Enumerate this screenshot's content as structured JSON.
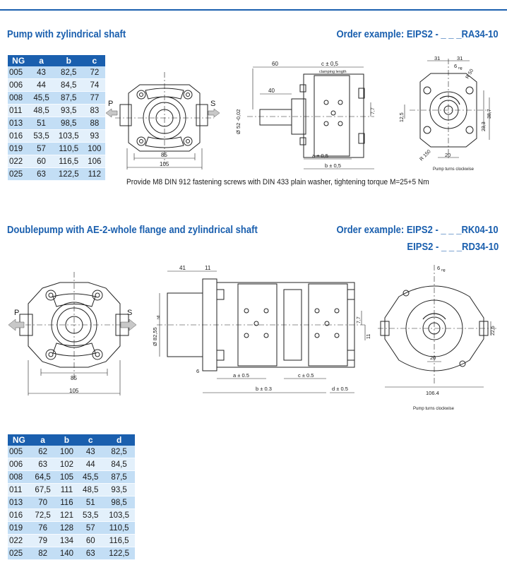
{
  "section1": {
    "title": "Pump with zylindrical shaft",
    "order": "Order example: EIPS2 - _ _ _RA34-10",
    "table": {
      "headers": [
        "NG",
        "a",
        "b",
        "c"
      ],
      "rows": [
        [
          "005",
          "43",
          "82,5",
          "72"
        ],
        [
          "006",
          "44",
          "84,5",
          "74"
        ],
        [
          "008",
          "45,5",
          "87,5",
          "77"
        ],
        [
          "011",
          "48,5",
          "93,5",
          "83"
        ],
        [
          "013",
          "51",
          "98,5",
          "88"
        ],
        [
          "016",
          "53,5",
          "103,5",
          "93"
        ],
        [
          "019",
          "57",
          "110,5",
          "100"
        ],
        [
          "022",
          "60",
          "116,5",
          "106"
        ],
        [
          "025",
          "63",
          "122,5",
          "112"
        ]
      ]
    },
    "note": "Provide M8 DIN 912 fastening screws with DIN 433 plain washer, tightening torque M=25+5 Nm",
    "front": {
      "p": "P",
      "s": "S",
      "d85": "85",
      "d105": "105"
    },
    "side": {
      "d60": "60",
      "d40": "40",
      "dc": "c ± 0,5",
      "clamping": "clamping length",
      "shaft": "Ø 52 -0,02",
      "d77": "7,7",
      "da": "a ± 0,5",
      "db": "b ± 0,5"
    },
    "rear": {
      "d31a": "31",
      "d31b": "31",
      "d6": "6",
      "d6sub": "ng",
      "r50": "R 50",
      "r150": "R 150",
      "d125": "12,5",
      "d387": "38,7",
      "d233": "23,3",
      "d20": "20",
      "rot": "Pump turns clockwise"
    }
  },
  "section2": {
    "title": "Doublepump with AE-2-whole flange and zylindrical shaft",
    "order1": "Order example: EIPS2 - _ _ _RK04-10",
    "order2": "EIPS2 - _ _ _RD34-10",
    "table": {
      "headers": [
        "NG",
        "a",
        "b",
        "c",
        "d"
      ],
      "rows": [
        [
          "005",
          "62",
          "100",
          "43",
          "82,5"
        ],
        [
          "006",
          "63",
          "102",
          "44",
          "84,5"
        ],
        [
          "008",
          "64,5",
          "105",
          "45,5",
          "87,5"
        ],
        [
          "011",
          "67,5",
          "111",
          "48,5",
          "93,5"
        ],
        [
          "013",
          "70",
          "116",
          "51",
          "98,5"
        ],
        [
          "016",
          "72,5",
          "121",
          "53,5",
          "103,5"
        ],
        [
          "019",
          "76",
          "128",
          "57",
          "110,5"
        ],
        [
          "022",
          "79",
          "134",
          "60",
          "116,5"
        ],
        [
          "025",
          "82",
          "140",
          "63",
          "122,5"
        ]
      ]
    },
    "front": {
      "p": "P",
      "s": "S",
      "d85": "85",
      "d105": "105"
    },
    "side": {
      "d41": "41",
      "d11": "11",
      "shaft": "Ø 82,55",
      "shaftsub": "h8",
      "d6": "6",
      "da": "a ± 0.5",
      "db": "b ± 0.3",
      "dc": "c ± 0.5",
      "dd": "d ± 0.5",
      "d77": "7,7",
      "d11b": "11"
    },
    "rear": {
      "d6": "6",
      "d6sub": "ng",
      "d225": "22,5",
      "d20": "20",
      "d1064": "106.4",
      "rot": "Pump turns clockwise"
    }
  },
  "colors": {
    "accent": "#1a5fae",
    "row_dark": "#c3def5",
    "row_light": "#e3f0fb"
  }
}
